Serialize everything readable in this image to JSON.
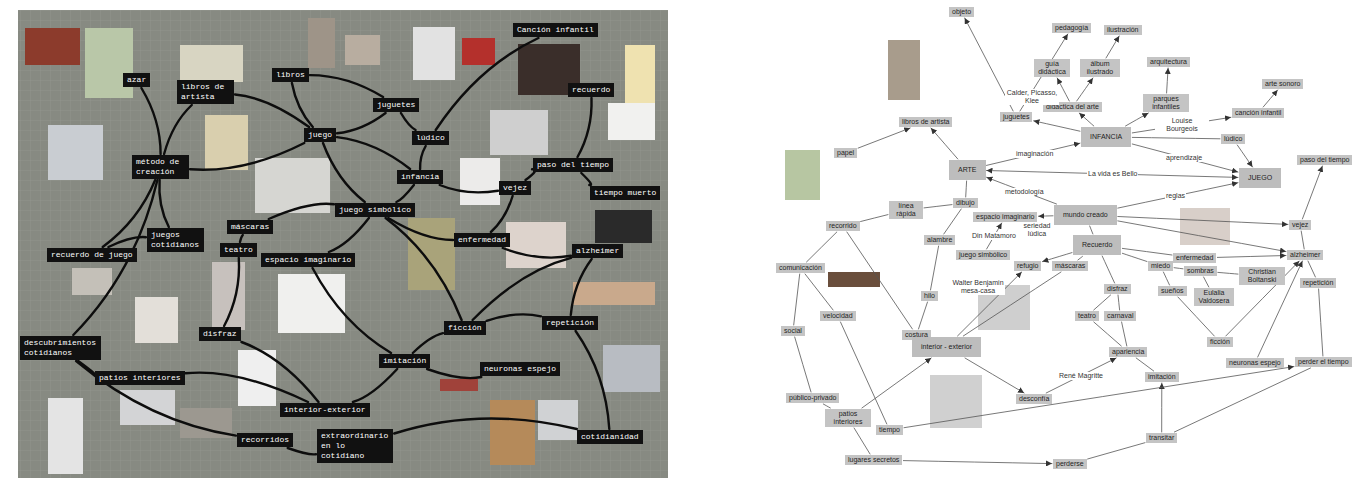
{
  "diagram": {
    "nodes": [
      {
        "text": [
          "azar"
        ]
      },
      {
        "text": [
          "libros de artista"
        ]
      },
      {
        "text": [
          "libros"
        ]
      },
      {
        "text": [
          "juguetes"
        ]
      },
      {
        "text": [
          "Canción infantil"
        ]
      },
      {
        "text": [
          "recuerdo"
        ]
      },
      {
        "text": [
          "juego"
        ]
      },
      {
        "text": [
          "lúdico"
        ]
      },
      {
        "text": [
          "método de creación"
        ]
      },
      {
        "text": [
          "paso del tiempo"
        ]
      },
      {
        "text": [
          "infancia"
        ]
      },
      {
        "text": [
          "vejez"
        ]
      },
      {
        "text": [
          "tiempo muerto"
        ]
      },
      {
        "text": [
          "máscaras"
        ]
      },
      {
        "text": [
          "juego simbólico"
        ]
      },
      {
        "text": [
          "juegos cotidianos"
        ]
      },
      {
        "text": [
          "teatro"
        ]
      },
      {
        "text": [
          "espacio imaginario"
        ]
      },
      {
        "text": [
          "enfermedad"
        ]
      },
      {
        "text": [
          "alzheimer"
        ]
      },
      {
        "text": [
          "recuerdo de juego"
        ]
      },
      {
        "text": [
          "repetición"
        ]
      },
      {
        "text": [
          "ficción"
        ]
      },
      {
        "text": [
          "disfraz"
        ]
      },
      {
        "text": [
          "descubrimientos cotidianos"
        ]
      },
      {
        "text": [
          "imitación"
        ]
      },
      {
        "text": [
          "neuronas espejo"
        ]
      },
      {
        "text": [
          "patios interiores"
        ]
      },
      {
        "text": [
          "interior-exterior"
        ]
      },
      {
        "text": [
          "recorridos"
        ]
      },
      {
        "text": [
          "extraordinario en lo cotidiano"
        ]
      },
      {
        "text": [
          "cotidianidad"
        ]
      },
      {
        "text": [
          "objeto"
        ]
      },
      {
        "text": [
          "pedagogía"
        ]
      },
      {
        "text": [
          "ilustración"
        ]
      },
      {
        "text": [
          "guía didáctica"
        ]
      },
      {
        "text": [
          "álbum ilustrado"
        ]
      },
      {
        "text": [
          "arquitectura"
        ]
      },
      {
        "text": [
          "arte sonoro"
        ]
      },
      {
        "text": [
          "parques infantiles"
        ]
      },
      {
        "text": [
          "canción infantil"
        ]
      },
      {
        "text": [
          "libros de artista"
        ]
      },
      {
        "text": [
          "juguetes"
        ]
      },
      {
        "text": [
          "didáctica del arte"
        ]
      },
      {
        "text": [
          "INFANCIA"
        ]
      },
      {
        "text": [
          "lúdico"
        ]
      },
      {
        "text": [
          "papel"
        ]
      },
      {
        "text": [
          "ARTE"
        ]
      },
      {
        "text": [
          "JUEGO"
        ]
      },
      {
        "text": [
          "paso del tiempo"
        ]
      },
      {
        "text": [
          "dibujo"
        ]
      },
      {
        "text": [
          "línea rápida"
        ]
      },
      {
        "text": [
          "mundo creado"
        ]
      },
      {
        "text": [
          "espacio imaginario"
        ]
      },
      {
        "text": [
          "recorrido"
        ]
      },
      {
        "text": [
          "alambre"
        ]
      },
      {
        "text": [
          "vejez"
        ]
      },
      {
        "text": [
          "Recuerdo"
        ]
      },
      {
        "text": [
          "juego simbólico"
        ]
      },
      {
        "text": [
          "refugio"
        ]
      },
      {
        "text": [
          "enfermedad"
        ]
      },
      {
        "text": [
          "alzheimer"
        ]
      },
      {
        "text": [
          "máscaras"
        ]
      },
      {
        "text": [
          "miedo"
        ]
      },
      {
        "text": [
          "sombras"
        ]
      },
      {
        "text": [
          "Christian Boltanski"
        ]
      },
      {
        "text": [
          "hilo"
        ]
      },
      {
        "text": [
          "disfraz"
        ]
      },
      {
        "text": [
          "sueños"
        ]
      },
      {
        "text": [
          "Eulalia Valdosera"
        ]
      },
      {
        "text": [
          "repetición"
        ]
      },
      {
        "text": [
          "comunicación"
        ]
      },
      {
        "text": [
          "velocidad"
        ]
      },
      {
        "text": [
          "social"
        ]
      },
      {
        "text": [
          "costura"
        ]
      },
      {
        "text": [
          "interior - exterior"
        ]
      },
      {
        "text": [
          "teatro"
        ]
      },
      {
        "text": [
          "carnaval"
        ]
      },
      {
        "text": [
          "ficción"
        ]
      },
      {
        "text": [
          "apariencia"
        ]
      },
      {
        "text": [
          "neuronas espejo"
        ]
      },
      {
        "text": [
          "imitación"
        ]
      },
      {
        "text": [
          "perder el tiempo"
        ]
      },
      {
        "text": [
          "desconfía"
        ]
      },
      {
        "text": [
          "público-privado"
        ]
      },
      {
        "text": [
          "patios interiores"
        ]
      },
      {
        "text": [
          "tiempo"
        ]
      },
      {
        "text": [
          "lugares secretos"
        ]
      },
      {
        "text": [
          "perderse"
        ]
      },
      {
        "text": [
          "transitar"
        ]
      }
    ],
    "edges": [
      {
        "from": 0,
        "to": 8,
        "arrow": "none"
      },
      {
        "from": 1,
        "to": 8,
        "arrow": "none"
      },
      {
        "from": 1,
        "to": 6,
        "arrow": "none"
      },
      {
        "from": 2,
        "to": 6,
        "arrow": "none"
      },
      {
        "from": 2,
        "to": 3,
        "arrow": "none"
      },
      {
        "from": 3,
        "to": 7,
        "arrow": "none"
      },
      {
        "from": 3,
        "to": 6,
        "arrow": "none"
      },
      {
        "from": 4,
        "to": 7,
        "arrow": "none"
      },
      {
        "from": 5,
        "to": 9,
        "arrow": "none"
      },
      {
        "from": 7,
        "to": 10,
        "arrow": "none"
      },
      {
        "from": 6,
        "to": 8,
        "arrow": "none"
      },
      {
        "from": 6,
        "to": 14,
        "arrow": "none"
      },
      {
        "from": 6,
        "to": 10,
        "arrow": "none"
      },
      {
        "from": 10,
        "to": 11,
        "arrow": "none"
      },
      {
        "from": 11,
        "to": 9,
        "arrow": "none"
      },
      {
        "from": 9,
        "to": 12,
        "arrow": "none"
      },
      {
        "from": 10,
        "to": 14,
        "arrow": "none"
      },
      {
        "from": 14,
        "to": 13,
        "arrow": "none"
      },
      {
        "from": 14,
        "to": 17,
        "arrow": "none"
      },
      {
        "from": 14,
        "to": 18,
        "arrow": "none"
      },
      {
        "from": 14,
        "to": 22,
        "arrow": "none"
      },
      {
        "from": 18,
        "to": 19,
        "arrow": "none"
      },
      {
        "from": 11,
        "to": 18,
        "arrow": "none"
      },
      {
        "from": 13,
        "to": 16,
        "arrow": "none"
      },
      {
        "from": 16,
        "to": 23,
        "arrow": "none"
      },
      {
        "from": 8,
        "to": 15,
        "arrow": "none"
      },
      {
        "from": 8,
        "to": 20,
        "arrow": "none"
      },
      {
        "from": 15,
        "to": 20,
        "arrow": "none"
      },
      {
        "from": 8,
        "to": 24,
        "arrow": "none"
      },
      {
        "from": 17,
        "to": 25,
        "arrow": "none"
      },
      {
        "from": 23,
        "to": 28,
        "arrow": "none"
      },
      {
        "from": 22,
        "to": 25,
        "arrow": "none"
      },
      {
        "from": 22,
        "to": 21,
        "arrow": "none"
      },
      {
        "from": 19,
        "to": 21,
        "arrow": "none"
      },
      {
        "from": 21,
        "to": 31,
        "arrow": "none"
      },
      {
        "from": 25,
        "to": 26,
        "arrow": "none"
      },
      {
        "from": 25,
        "to": 28,
        "arrow": "none"
      },
      {
        "from": 24,
        "to": 27,
        "arrow": "none"
      },
      {
        "from": 27,
        "to": 28,
        "arrow": "none"
      },
      {
        "from": 29,
        "to": 30,
        "arrow": "none"
      },
      {
        "from": 30,
        "to": 31,
        "arrow": "none"
      },
      {
        "from": 24,
        "to": 29,
        "arrow": "none"
      },
      {
        "from": 22,
        "to": 19,
        "arrow": "none"
      },
      {
        "from": 42,
        "to": 32,
        "arrow": "to"
      },
      {
        "from": 42,
        "to": 33,
        "label": "Calder, Picasso, Klee",
        "arrow": "to"
      },
      {
        "from": 43,
        "to": 35,
        "arrow": "to"
      },
      {
        "from": 43,
        "to": 36,
        "arrow": "to"
      },
      {
        "from": 36,
        "to": 34,
        "arrow": "to"
      },
      {
        "from": 44,
        "to": 42,
        "arrow": "to"
      },
      {
        "from": 44,
        "to": 43,
        "arrow": "to"
      },
      {
        "from": 44,
        "to": 39,
        "arrow": "to"
      },
      {
        "from": 39,
        "to": 37,
        "arrow": "to"
      },
      {
        "from": 44,
        "to": 40,
        "label": "Louise Bourgeois",
        "arrow": "to"
      },
      {
        "from": 40,
        "to": 38,
        "arrow": "to"
      },
      {
        "from": 44,
        "to": 45,
        "arrow": "none"
      },
      {
        "from": 45,
        "to": 48,
        "arrow": "to"
      },
      {
        "from": 47,
        "to": 44,
        "label": "imaginación",
        "arrow": "to"
      },
      {
        "from": 44,
        "to": 48,
        "label": "aprendizaje",
        "arrow": "to"
      },
      {
        "from": 47,
        "to": 48,
        "label": "La vida es Bello",
        "arrow": "both"
      },
      {
        "from": 47,
        "to": 41,
        "arrow": "to"
      },
      {
        "from": 46,
        "to": 41,
        "arrow": "to"
      },
      {
        "from": 52,
        "to": 47,
        "label": "metodología",
        "arrow": "to"
      },
      {
        "from": 47,
        "to": 50,
        "arrow": "none"
      },
      {
        "from": 50,
        "to": 51,
        "arrow": "none"
      },
      {
        "from": 50,
        "to": 55,
        "arrow": "none"
      },
      {
        "from": 55,
        "to": 66,
        "arrow": "none"
      },
      {
        "from": 66,
        "to": 74,
        "arrow": "none"
      },
      {
        "from": 52,
        "to": 53,
        "label": "seriedad lúdica",
        "arrow": "to"
      },
      {
        "from": 52,
        "to": 48,
        "label": "reglas",
        "arrow": "to"
      },
      {
        "from": 52,
        "to": 56,
        "arrow": "to"
      },
      {
        "from": 52,
        "to": 61,
        "arrow": "to"
      },
      {
        "from": 52,
        "to": 57,
        "arrow": "none"
      },
      {
        "from": 57,
        "to": 59,
        "arrow": "to"
      },
      {
        "from": 57,
        "to": 62,
        "arrow": "none"
      },
      {
        "from": 57,
        "to": 67,
        "arrow": "none"
      },
      {
        "from": 57,
        "to": 60,
        "arrow": "none"
      },
      {
        "from": 60,
        "to": 61,
        "arrow": "to"
      },
      {
        "from": 56,
        "to": 49,
        "arrow": "to"
      },
      {
        "from": 56,
        "to": 61,
        "arrow": "none"
      },
      {
        "from": 61,
        "to": 70,
        "arrow": "none"
      },
      {
        "from": 70,
        "to": 82,
        "arrow": "none"
      },
      {
        "from": 67,
        "to": 76,
        "arrow": "none"
      },
      {
        "from": 67,
        "to": 77,
        "arrow": "none"
      },
      {
        "from": 76,
        "to": 79,
        "arrow": "none"
      },
      {
        "from": 77,
        "to": 79,
        "arrow": "none"
      },
      {
        "from": 79,
        "to": 81,
        "arrow": "none"
      },
      {
        "from": 83,
        "to": 79,
        "label": "René Magritte",
        "arrow": "to"
      },
      {
        "from": 75,
        "to": 83,
        "arrow": "to"
      },
      {
        "from": 75,
        "to": 59,
        "label": "Walter Benjamin mesa-casa",
        "arrow": "to"
      },
      {
        "from": 75,
        "to": 62,
        "arrow": "none"
      },
      {
        "from": 57,
        "to": 63,
        "arrow": "none"
      },
      {
        "from": 63,
        "to": 64,
        "arrow": "none"
      },
      {
        "from": 64,
        "to": 65,
        "arrow": "none"
      },
      {
        "from": 64,
        "to": 69,
        "arrow": "none"
      },
      {
        "from": 63,
        "to": 68,
        "arrow": "none"
      },
      {
        "from": 68,
        "to": 78,
        "arrow": "none"
      },
      {
        "from": 78,
        "to": 61,
        "arrow": "to"
      },
      {
        "from": 80,
        "to": 61,
        "arrow": "to"
      },
      {
        "from": 89,
        "to": 81,
        "arrow": "to"
      },
      {
        "from": 89,
        "to": 82,
        "arrow": "none"
      },
      {
        "from": 88,
        "to": 89,
        "arrow": "none"
      },
      {
        "from": 87,
        "to": 88,
        "arrow": "to"
      },
      {
        "from": 85,
        "to": 87,
        "arrow": "none"
      },
      {
        "from": 85,
        "to": 84,
        "arrow": "none"
      },
      {
        "from": 84,
        "to": 73,
        "arrow": "none"
      },
      {
        "from": 73,
        "to": 71,
        "arrow": "none"
      },
      {
        "from": 71,
        "to": 54,
        "arrow": "none"
      },
      {
        "from": 54,
        "to": 51,
        "arrow": "none"
      },
      {
        "from": 71,
        "to": 72,
        "arrow": "none"
      },
      {
        "from": 72,
        "to": 86,
        "arrow": "none"
      },
      {
        "from": 86,
        "to": 82,
        "arrow": "to"
      },
      {
        "from": 54,
        "to": 74,
        "arrow": "none"
      },
      {
        "from": 85,
        "to": 75,
        "arrow": "to"
      },
      {
        "from": 58,
        "to": 53,
        "label": "Din Matamoro",
        "arrow": "to"
      }
    ]
  }
}
